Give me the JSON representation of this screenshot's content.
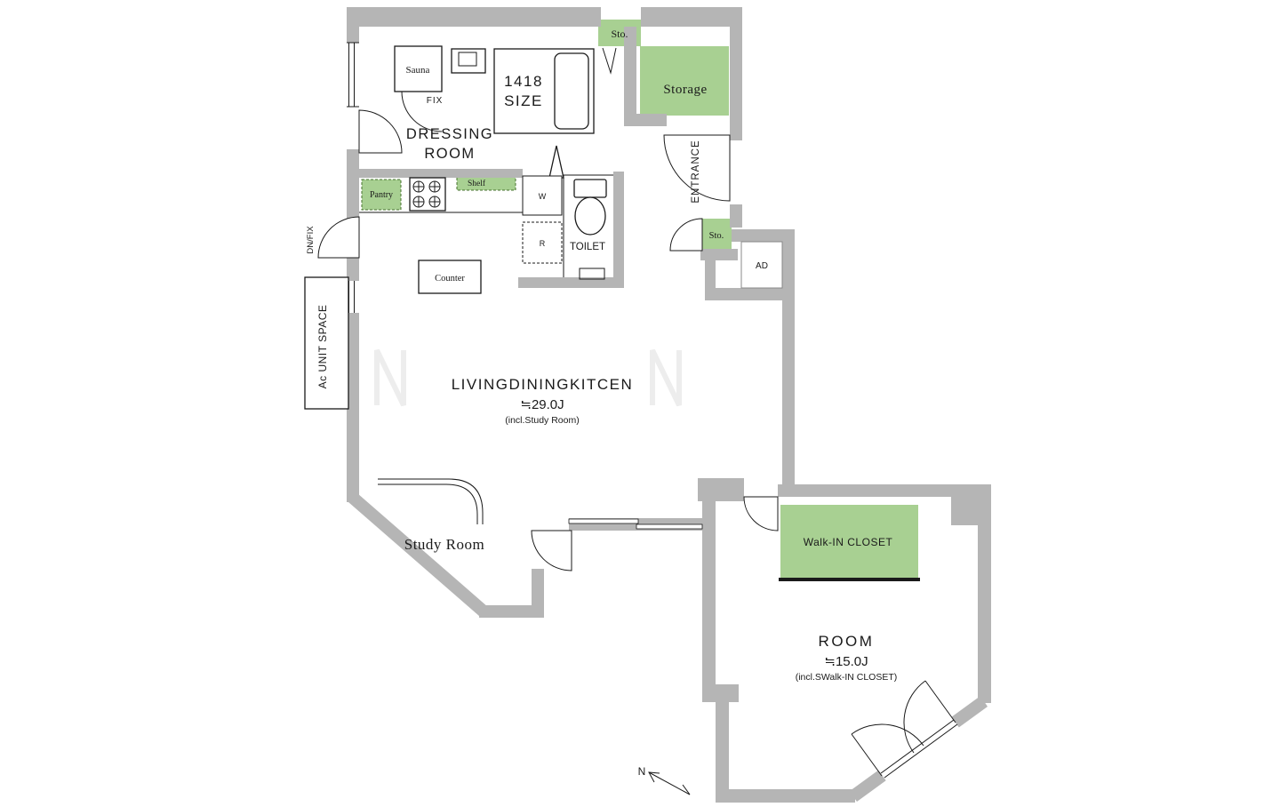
{
  "document": {
    "type": "apartment-floor-plan"
  },
  "colors": {
    "wall": "#b5b5b5",
    "accent_green": "#a8d092",
    "green_border": "#46722e",
    "line": "#1a1a1a",
    "background": "#ffffff"
  },
  "labels": {
    "sauna": "Sauna",
    "fix": "FIX",
    "bath_line1": "1418",
    "bath_line2": "SIZE",
    "dressing_line1": "DRESSING",
    "dressing_line2": "ROOM",
    "sto_top": "Sto.",
    "storage": "Storage",
    "entrance": "ENTRANCE",
    "sto_hall": "Sto.",
    "ad": "AD",
    "pantry": "Pantry",
    "shelf": "Shelf",
    "washer": "W",
    "fridge": "R",
    "toilet": "TOILET",
    "counter": "Counter",
    "dn_fix": "DN/FIX",
    "ac_unit": "Ac UNIT SPACE",
    "ldk_name": "LIVINGDININGKITCEN",
    "ldk_size": "≒29.0J",
    "ldk_note": "(incl.Study Room)",
    "study_room": "Study Room",
    "walk_in_closet": "Walk-IN CLOSET",
    "room_name": "ROOM",
    "room_size": "≒15.0J",
    "room_note": "(incl.SWalk-IN CLOSET)",
    "north": "N"
  }
}
